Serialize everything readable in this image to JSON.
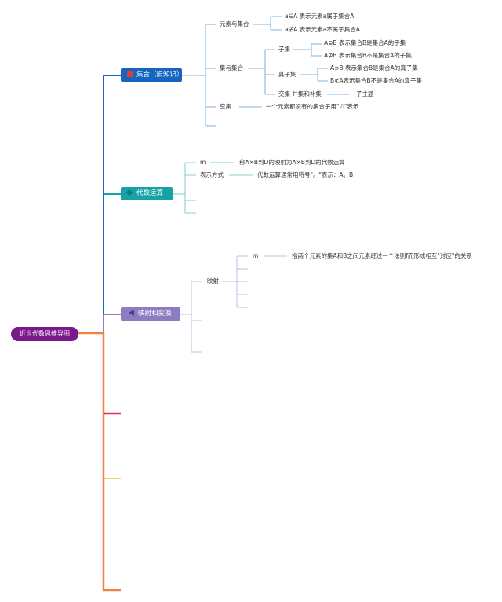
{
  "root": {
    "label": "近世代数思维导图",
    "color": "#7a1a8a"
  },
  "branches": [
    {
      "label": "集合（旧知识）",
      "color": "#1565c0",
      "marker_icon": "red-square-icon",
      "children": [
        {
          "label": "元素与集合",
          "children": [
            "a∈A 表示元素a属于集合A",
            "a∉A 表示元素a不属于集合A"
          ]
        },
        {
          "label": "集与集合",
          "children": [
            {
              "label": "子集",
              "children": [
                "A⊇B 表示集合B是集合A的子集",
                "A⊉B 表示集合B不是集合A的子集"
              ]
            },
            {
              "label": "真子集",
              "children": [
                "A⊃B 表示集合B是集合A的真子集",
                "B⊄A表示集合B不是集合A的真子集"
              ]
            },
            {
              "label": "交集 并集和补集",
              "children": [
                "子主题"
              ]
            }
          ]
        },
        {
          "label": "空集",
          "children": [
            "一个元素都没有的集合子用\"∅\"表示"
          ]
        },
        {
          "label": ""
        }
      ]
    },
    {
      "label": "代数运算",
      "color": "#17a2a8",
      "marker_icon": "teal-diamond-icon",
      "children": [
        {
          "label": "m",
          "children": [
            "称A×B到D的映射为A×B到D的代数运算"
          ]
        },
        {
          "label": "表示方式",
          "children": [
            "代数运算通常用符号\"。\"表示：A。B"
          ]
        },
        {
          "label": ""
        },
        {
          "label": ""
        }
      ]
    },
    {
      "label": "映射和变换",
      "color": "#8e7cc3",
      "marker_icon": "purple-arrow-icon",
      "children": [
        {
          "label": "映射",
          "children": [
            "m",
            "",
            "",
            "",
            ""
          ],
          "m_text": "指两个元素的集A和B之间元素经过一个法则f而形成相互\"对应\"的关系"
        },
        {
          "label": ""
        },
        {
          "label": ""
        }
      ]
    },
    {
      "label": "",
      "color": "#e0305a"
    },
    {
      "label": "",
      "color": "#f0c040"
    },
    {
      "label": "",
      "color": "#f08040"
    }
  ]
}
